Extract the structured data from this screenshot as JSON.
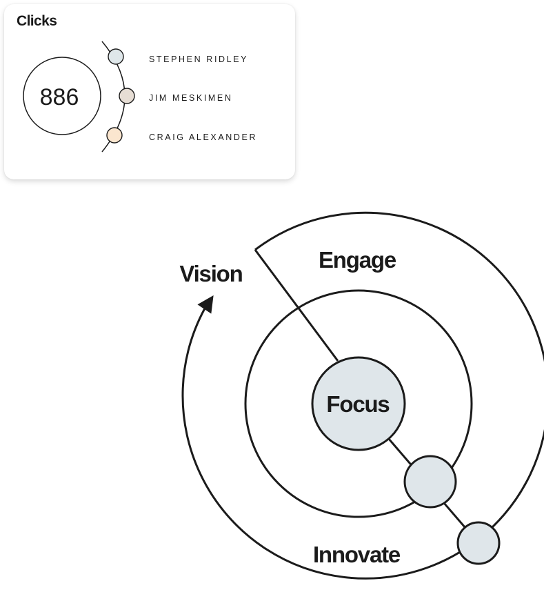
{
  "card": {
    "title": "Clicks",
    "count": "886",
    "people": [
      {
        "name": "STEPHEN RIDLEY",
        "color": "#dfe7ea"
      },
      {
        "name": "JIM MESKIMEN",
        "color": "#e6ddd4"
      },
      {
        "name": "CRAIG ALEXANDER",
        "color": "#fbe6cf"
      }
    ]
  },
  "diagram": {
    "labels": {
      "vision": "Vision",
      "engage": "Engage",
      "focus": "Focus",
      "innovate": "Innovate"
    },
    "node_color": "#dfe6ea",
    "line_color": "#1b1b1b"
  }
}
